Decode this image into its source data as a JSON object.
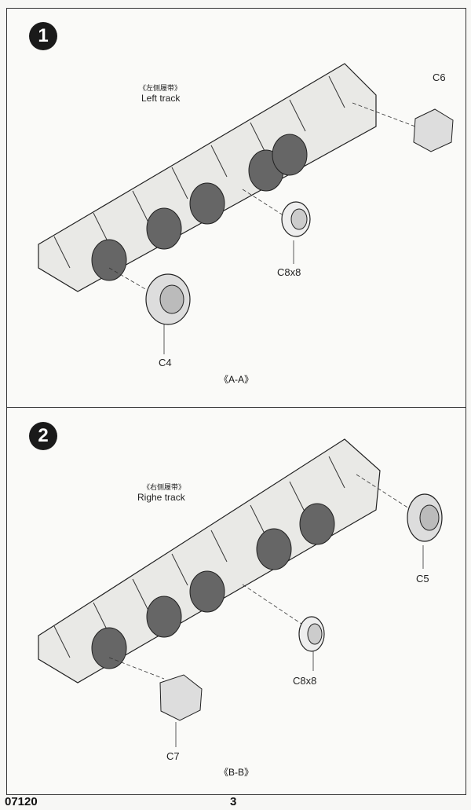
{
  "footer": {
    "kit_number": "07120",
    "page_number": "3"
  },
  "steps": [
    {
      "number": "1",
      "track_label_cn": "《左侧履带》",
      "track_label_en": "Left track",
      "parts": [
        "C6",
        "C8x8",
        "C4"
      ],
      "view_label": "《A-A》"
    },
    {
      "number": "2",
      "track_label_cn": "《右侧履带》",
      "track_label_en": "Righe track",
      "parts": [
        "C5",
        "C8x8",
        "C7"
      ],
      "view_label": "《B-B》"
    }
  ]
}
